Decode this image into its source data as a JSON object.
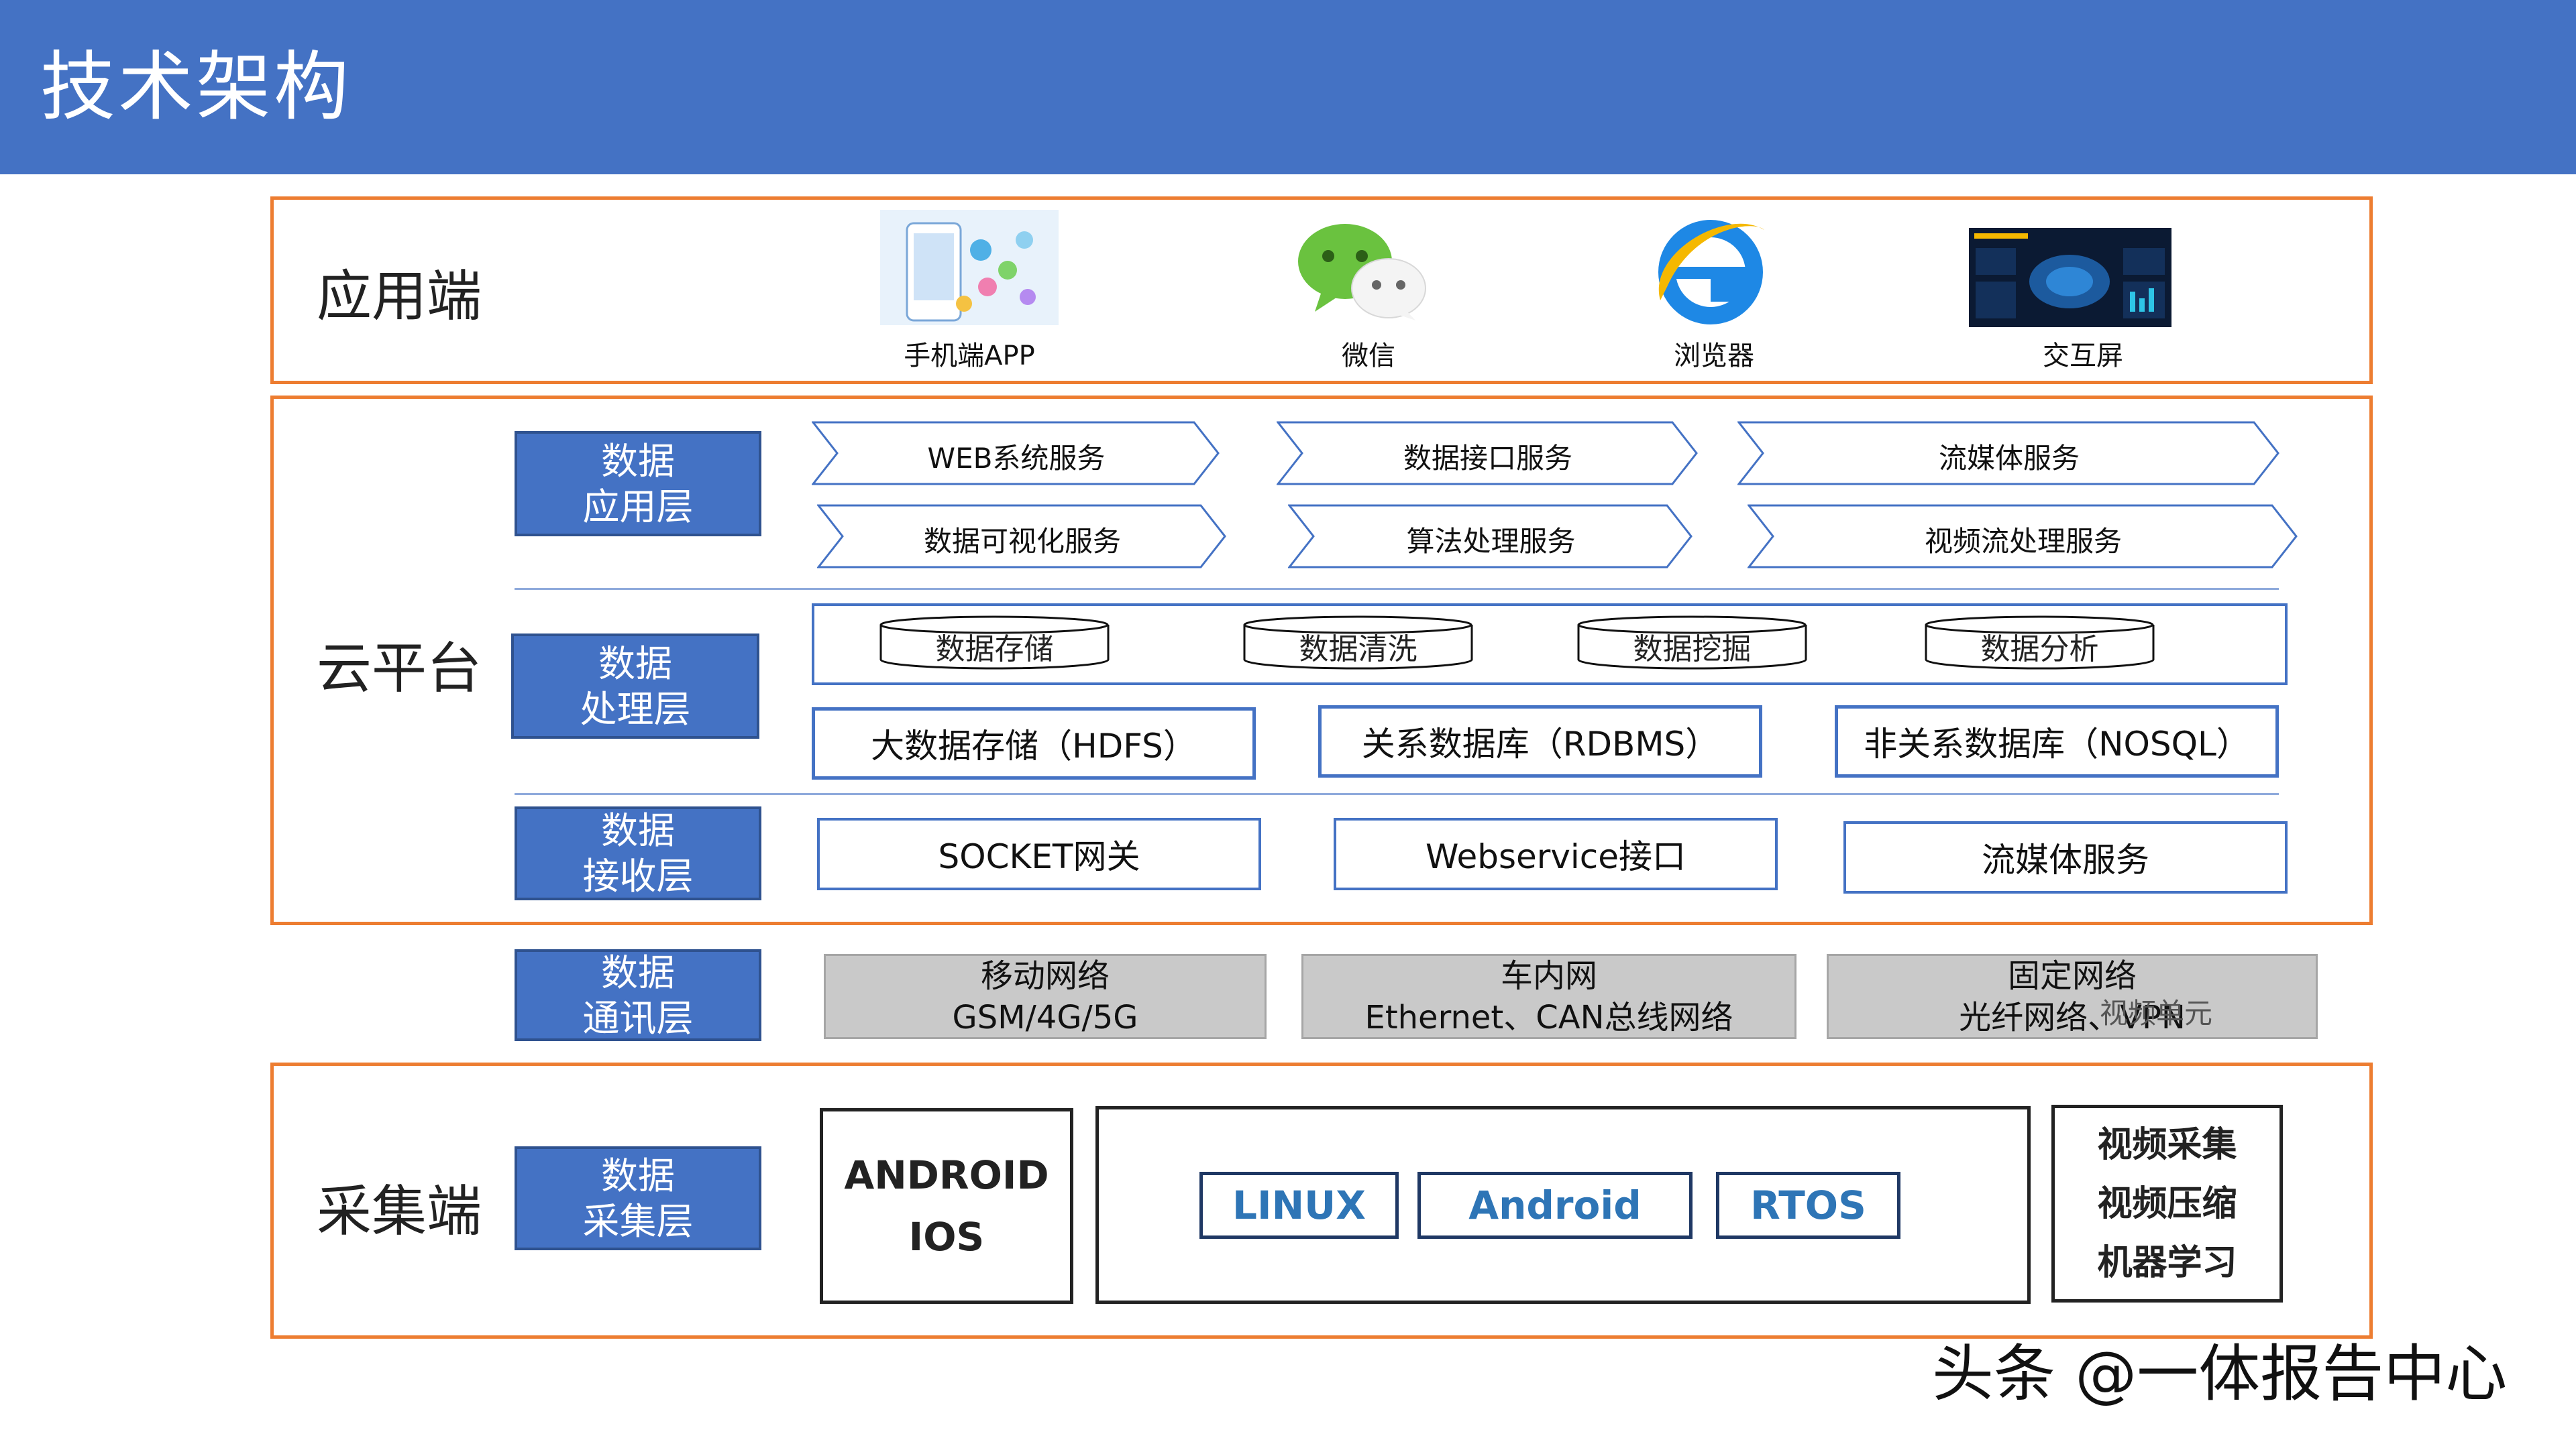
{
  "header": {
    "title": "技术架构"
  },
  "sections": {
    "app": "应用端",
    "cloud": "云平台",
    "collect": "采集端"
  },
  "app_items": [
    {
      "label": "手机端APP",
      "icon": "phone-app-icon"
    },
    {
      "label": "微信",
      "icon": "wechat-icon"
    },
    {
      "label": "浏览器",
      "icon": "ie-browser-icon"
    },
    {
      "label": "交互屏",
      "icon": "dashboard-screen-icon"
    }
  ],
  "layers": {
    "application": [
      "数据",
      "应用层"
    ],
    "processing": [
      "数据",
      "处理层"
    ],
    "receiving": [
      "数据",
      "接收层"
    ],
    "communication": [
      "数据",
      "通讯层"
    ],
    "collection": [
      "数据",
      "采集层"
    ]
  },
  "app_services": [
    "WEB系统服务",
    "数据接口服务",
    "流媒体服务",
    "数据可视化服务",
    "算法处理服务",
    "视频流处理服务"
  ],
  "processing_ops": [
    "数据存储",
    "数据清洗",
    "数据挖掘",
    "数据分析"
  ],
  "storage": [
    "大数据存储（HDFS）",
    "关系数据库（RDBMS）",
    "非关系数据库（NOSQL）"
  ],
  "receiving": [
    "SOCKET网关",
    "Webservice接口",
    "流媒体服务"
  ],
  "network": [
    {
      "line1": "移动网络",
      "line2": "GSM/4G/5G"
    },
    {
      "line1": "车内网",
      "line2": "Ethernet、CAN总线网络"
    },
    {
      "line1": "固定网络",
      "line2": "光纤网络、VPN",
      "overlay": "视频单元"
    }
  ],
  "collect": {
    "mobile_os": [
      "ANDROID",
      "IOS"
    ],
    "embedded_os": [
      "LINUX",
      "Android",
      "RTOS"
    ],
    "video": [
      "视频采集",
      "视频压缩",
      "机器学习"
    ]
  },
  "watermark": "头条 @一体报告中心",
  "colors": {
    "header": "#4472c4",
    "section_border": "#ed7d31",
    "layer_box": "#4472c4",
    "os_text": "#2e75b6"
  }
}
